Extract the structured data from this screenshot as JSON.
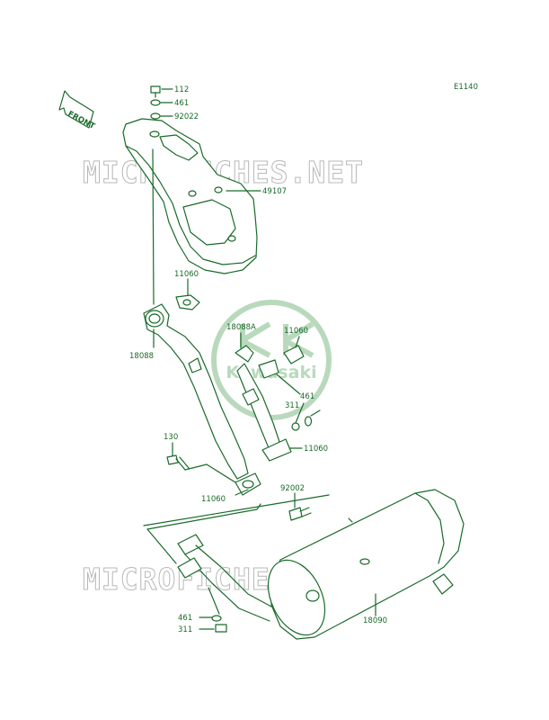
{
  "diagram_code": "E1140",
  "front_label": "FRONT",
  "watermark_text": "MICROFICHES.NET",
  "logo_text": "Kawasaki",
  "colors": {
    "line": "#1a6a2a",
    "watermark": "#b8b8b8",
    "logo": "#b9d9bd"
  },
  "parts": [
    {
      "id": "p112",
      "number": "112"
    },
    {
      "id": "p461a",
      "number": "461"
    },
    {
      "id": "p92022",
      "number": "92022"
    },
    {
      "id": "p49107",
      "number": "49107"
    },
    {
      "id": "p11060a",
      "number": "11060"
    },
    {
      "id": "p18088",
      "number": "18088"
    },
    {
      "id": "p18088A",
      "number": "18088A"
    },
    {
      "id": "p11060b",
      "number": "11060"
    },
    {
      "id": "p461b",
      "number": "461"
    },
    {
      "id": "p311a",
      "number": "311"
    },
    {
      "id": "p11060c",
      "number": "11060"
    },
    {
      "id": "p130",
      "number": "130"
    },
    {
      "id": "p11060d",
      "number": "11060"
    },
    {
      "id": "p92002",
      "number": "92002"
    },
    {
      "id": "p18090",
      "number": "18090"
    },
    {
      "id": "p461c",
      "number": "461"
    },
    {
      "id": "p311b",
      "number": "311"
    }
  ]
}
